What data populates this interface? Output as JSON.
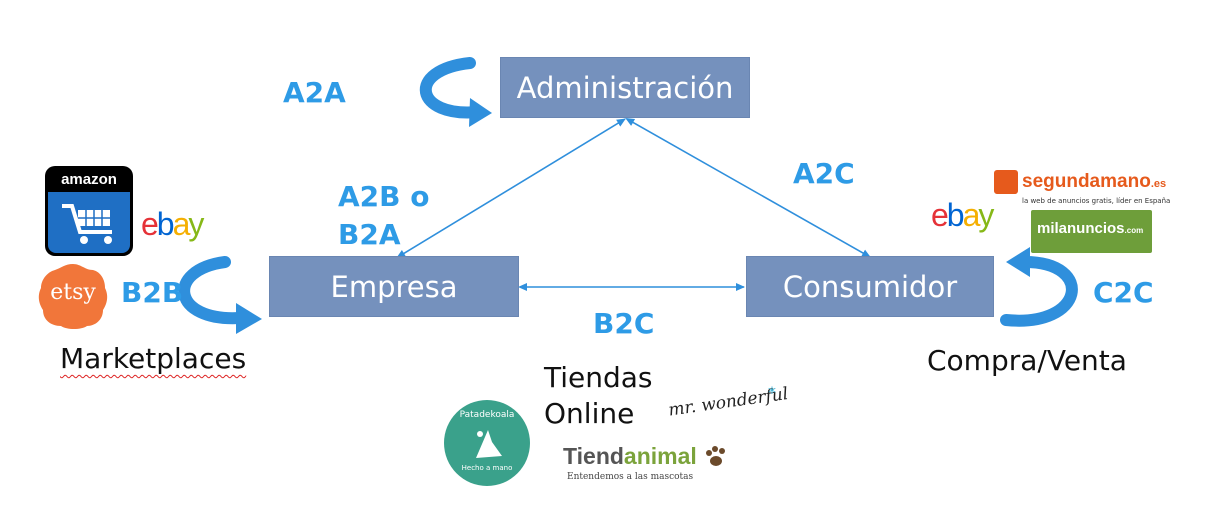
{
  "nodes": {
    "administracion": "Administración",
    "empresa": "Empresa",
    "consumidor": "Consumidor"
  },
  "relations": {
    "a2a": "A2A",
    "a2b_line1": "A2B o",
    "a2b_line2": "B2A",
    "a2c": "A2C",
    "b2b": "B2B",
    "b2c": "B2C",
    "c2c": "C2C"
  },
  "captions": {
    "marketplaces": "Marketplaces",
    "tiendas_line1": "Tiendas",
    "tiendas_line2": "Online",
    "compra_venta": "Compra/Venta"
  },
  "logos": {
    "amazon": "amazon",
    "ebay": "ebay",
    "etsy": "etsy",
    "segundamano": "segundamano",
    "segundamano_tld": ".es",
    "segundamano_tagline": "la web de anuncios gratis, líder en España",
    "milanuncios": "milanuncios",
    "milanuncios_tld": ".com",
    "mrwonderful": "mr. wonderful",
    "patadekoala": "Patadekoala",
    "patadekoala_sub": "Hecho a mano",
    "tiendanimal_a": "Tiend",
    "tiendanimal_b": "animal",
    "tiendanimal_tagline": "Entendemos a las mascotas"
  },
  "colors": {
    "box_fill": "#7591bd",
    "label_blue": "#2e9be6",
    "arrow_blue": "#2f8fdc"
  }
}
